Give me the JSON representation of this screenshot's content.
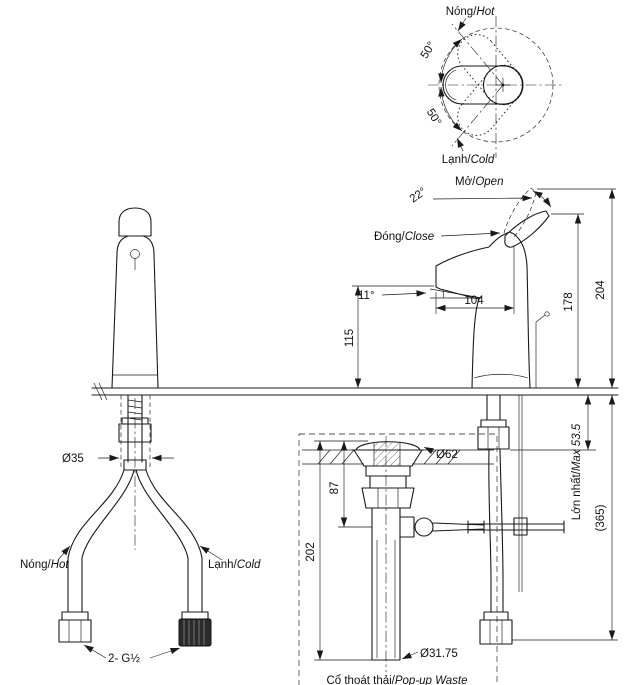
{
  "colors": {
    "line": "#1a1a1a",
    "text": "#111111",
    "background": "#ffffff"
  },
  "drawing": {
    "top_view": {
      "hot": {
        "vi": "Nóng/",
        "en": "Hot"
      },
      "cold": {
        "vi": "Lạnh/",
        "en": "Cold"
      },
      "angle_upper": "50°",
      "angle_lower": "50°"
    },
    "side_view": {
      "open": {
        "vi": "Mở/",
        "en": "Open"
      },
      "close": {
        "vi": "Đóng/",
        "en": "Close"
      },
      "open_angle": "22°",
      "spout_angle": "11°",
      "spout_reach": "104",
      "spout_height": "115",
      "height_body": "178",
      "height_total": "204",
      "max_deck": {
        "vi": "Lớn nhất/",
        "en": "Max 53.5"
      },
      "hose_length": "(365)"
    },
    "front_view": {
      "hole_dia": "Ø35",
      "hot": {
        "vi": "Nóng/",
        "en": "Hot"
      },
      "cold": {
        "vi": "Lạnh/",
        "en": "Cold"
      },
      "thread": "2- G½"
    },
    "popup": {
      "caption": {
        "vi": "Cổ thoát thải/",
        "en": "Pop-up Waste"
      },
      "flange_dia": "Ø62",
      "upper_length": "87",
      "body_length": "202",
      "pipe_dia": "Ø31.75"
    }
  }
}
